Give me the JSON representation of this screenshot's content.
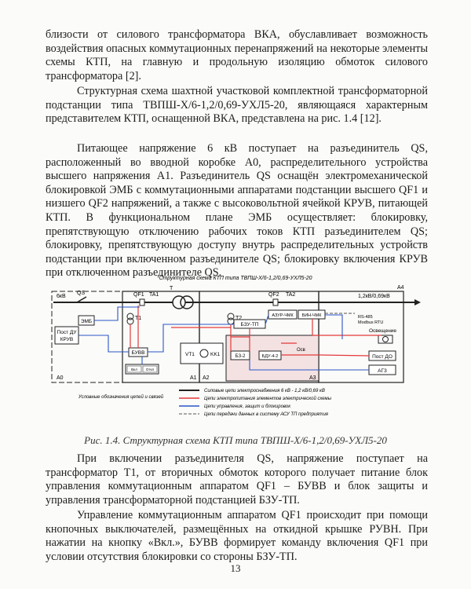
{
  "paragraphs": [
    "близости от силового трансформатора ВКА, обуславливает возможность воздействия опасных коммутационных перенапряжений на некоторые элементы схемы КТП, на главную и продольную изоляцию обмоток силового трансформатора [2].",
    "Структурная схема шахтной участковой комплектной трансформаторной подстанции типа ТВПШ-Х/6-1,2/0,69-УХЛ5-20, являющаяся характерным представителем КТП, оснащенной ВКА, представлена на рис. 1.4 [12].",
    "Питающее напряжение 6 кВ поступает на разъединитель QS, расположенный во вводной коробке А0, распределительного устройства высшего напряжения А1. Разъединитель QS оснащён электромеханической блокировкой ЭМБ с коммутационными аппаратами подстанции высшего QF1 и низшего QF2 напряжений, а также с высоковольтной ячейкой КРУВ, питающей КТП. В функциональном плане ЭМБ осуществляет: блокировку, препятствующую отключению рабочих токов КТП разъединителем QS; блокировку, препятствующую доступу внутрь распределительных устройств подстанции при включенном разъединителе QS; блокировку включения КРУВ при отключенном разъединителе QS.",
    "При включении разъединителя QS, напряжение поступает на трансформатор Т1, от вторичных обмоток которого получает питание блок управления коммутационным аппаратом QF1 – БУВВ и блок защиты и управления трансформаторной подстанцией БЗУ-ТП.",
    "Управление коммутационным аппаратом QF1 происходит при помощи кнопочных выключателей, размещённых на откидной крышке РУВН. При нажатии на кнопку «Вкл.», БУВВ формирует команду включения QF1 при условии отсутствия блокировки со стороны БЗУ-ТП."
  ],
  "figure": {
    "title": "Структурная схема КТП типа ТВПШ-Х/6-1,2/0,69-УХЛ5-20",
    "labels": {
      "in_voltage": "6кВ",
      "out_voltage": "1,2кВ/0,69кВ",
      "qs": "QS",
      "qf1": "QF1",
      "ta1": "TA1",
      "t": "T",
      "qf2": "QF2",
      "ta2": "TA2",
      "t1": "T1",
      "t2": "T2",
      "emb": "ЭМБ",
      "post_du": "Пост ДУ",
      "kruv": "КРУВ",
      "buvv": "БУВВ",
      "vkl": "Вкл",
      "otkl": "Откл",
      "vt1": "VT1",
      "kk1": "KK1",
      "bzu": "БЗУ-ТП",
      "azur": "АЗУР-ЧМК",
      "bin": "БИН-ЧМК",
      "bz2": "БЗ-2",
      "bdu": "БДУ-4-2",
      "osv": "Осв",
      "rs485": "RS-485",
      "modbus": "Modbus RTU",
      "osveshenie": "Освещение",
      "post_do": "Пост ДО",
      "agz": "АГЗ",
      "a0": "A0",
      "a1": "A1",
      "a2": "A2",
      "a3": "A3",
      "a4": "A4"
    },
    "legend_title": "Условные обозначения цепей и связей",
    "legend": [
      {
        "text": "Силовые цепи электроснабжения 6 кВ - 1,2 кВ/0,69 кВ",
        "color": "#222222"
      },
      {
        "text": "Цепи электропитания элементов электрической схемы",
        "color": "#e23a3a"
      },
      {
        "text": "Цепи управления, защит и блокировок",
        "color": "#2a55c8"
      },
      {
        "text": "Цепи передачи данных в систему АСУ ТП предприятия",
        "color": "#555555"
      }
    ]
  },
  "caption": "Рис. 1.4. Структурная схема КТП типа ТВПШ-Х/6-1,2/0,69-УХЛ5-20",
  "page_number": "13"
}
